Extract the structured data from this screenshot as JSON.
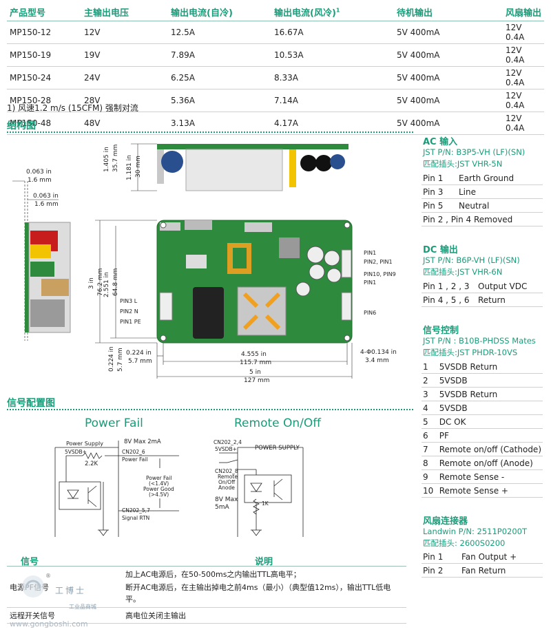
{
  "spec_table": {
    "headers": [
      "产品型号",
      "主输出电压",
      "输出电流(自冷)",
      "输出电流(风冷)",
      "待机输出",
      "风扇输出"
    ],
    "header_sup": "1",
    "rows": [
      [
        "MP150-12",
        "12V",
        "12.5A",
        "16.67A",
        "5V  400mA",
        "12V  0.4A"
      ],
      [
        "MP150-19",
        "19V",
        "7.89A",
        "10.53A",
        "5V  400mA",
        "12V  0.4A"
      ],
      [
        "MP150-24",
        "24V",
        "6.25A",
        "8.33A",
        "5V  400mA",
        "12V  0.4A"
      ],
      [
        "MP150-28",
        "28V",
        "5.36A",
        "7.14A",
        "5V  400mA",
        "12V  0.4A"
      ],
      [
        "MP150-48",
        "48V",
        "3.13A",
        "4.17A",
        "5V  400mA",
        "12V  0.4A"
      ]
    ]
  },
  "note": "1) 风速1.2 m/s (15CFM) 强制对流",
  "structure": {
    "title": "结构图",
    "dims": {
      "d1_in": "0.063 in",
      "d1_mm": "1.6 mm",
      "d2_in": "0.063 in",
      "d2_mm": "1.6 mm",
      "h1": "1.405 in",
      "h2": "35.7 mm",
      "h3": "1.181 in",
      "h4": "30 mm",
      "v1": "3 in",
      "v2": "76.2 mm",
      "v3": "2.551 in",
      "v4": "64.8 mm",
      "l1_in": "0.224 in",
      "l1_mm": "5.7 mm",
      "w1_in": "4.555 in",
      "w1_mm": "115.7 mm",
      "w2_in": "5 in",
      "w2_mm": "127 mm",
      "b1_in": "0.224 in",
      "b1_mm": "5.7 mm",
      "hole_in": "4-Φ0.134 in",
      "hole_mm": "3.4 mm"
    },
    "pins": {
      "pin3l": "PIN3 L",
      "pin2n": "PIN2 N",
      "pin1pe": "PIN1 PE",
      "r1": "PIN1",
      "r2": "PIN2, PIN1",
      "r3": "PIN10, PIN9",
      "r4": "PIN1",
      "r5": "PIN6"
    }
  },
  "ac_input": {
    "title": "AC 输入",
    "jst": "JST P/N: B3P5-VH  (LF)(SN)",
    "mate": "匹配插头:JST VHR-5N",
    "rows": [
      [
        "Pin 1",
        "Earth Ground"
      ],
      [
        "Pin 3",
        "Line"
      ],
      [
        "Pin 5",
        "Neutral"
      ],
      [
        "Pin 2 , Pin 4 Removed",
        ""
      ]
    ]
  },
  "dc_output": {
    "title": "DC 输出",
    "jst": "JST P/N: B6P-VH (LF)(SN)",
    "mate": "匹配插头:JST VHR-6N",
    "rows": [
      [
        "Pin 1 , 2 , 3",
        "Output VDC"
      ],
      [
        "Pin 4 , 5 , 6",
        "Return"
      ]
    ]
  },
  "signal_control": {
    "title": "信号控制",
    "jst": "JST P/N : B10B-PHDSS  Mates",
    "mate": "匹配插头:JST PHDR-10VS",
    "rows": [
      [
        "1",
        "5VSDB Return"
      ],
      [
        "2",
        "5VSDB"
      ],
      [
        "3",
        "5VSDB Return"
      ],
      [
        "4",
        "5VSDB"
      ],
      [
        "5",
        "DC OK"
      ],
      [
        "6",
        "PF"
      ],
      [
        "7",
        "Remote on/off (Cathode)"
      ],
      [
        "8",
        "Remote on/off (Anode)"
      ],
      [
        "9",
        "Remote Sense -"
      ],
      [
        "10",
        "Remote Sense +"
      ]
    ]
  },
  "fan_connector": {
    "title": "风扇连接器",
    "landwin": "Landwin P/N: 2511P0200T",
    "mate": "匹配插头:   2600S0200",
    "rows": [
      [
        "Pin 1",
        "Fan Output +"
      ],
      [
        "Pin 2",
        "Fan Return"
      ]
    ]
  },
  "signal_config": {
    "title": "信号配置图",
    "pf": {
      "title": "Power Fail",
      "power_supply": "Power Supply",
      "vmax": "8V Max 2mA",
      "vsdb": "5VSDB+",
      "res": "2.2K",
      "cn6": "CN202_6",
      "pf_lbl": "Power Fail",
      "cn57": "CN202_5,7",
      "rtn": "Signal RTN",
      "desc1": "Power Fail",
      "desc2": "(<1.4V)",
      "desc3": "Power Good",
      "desc4": "(>4.5V)"
    },
    "ro": {
      "title": "Remote On/Off",
      "cn24": "CN202_2,4",
      "vsdb": "5VSDB+",
      "ps": "POWER SUPPLY",
      "cn8": "CN202_8",
      "remote": "Remote",
      "onoff": "On/Off",
      "anode": "Anode",
      "vmax1": "8V Max",
      "vmax2": "5mA",
      "res": "1K"
    }
  },
  "signal_table": {
    "col1": "信号",
    "col2": "说明",
    "r1_name": "电源PF信号",
    "r1_l1": "加上AC电源后，在50-500ms之内输出TTL高电平；",
    "r1_l2": "断开AC电源后，在主输出掉电之前4ms（最小）（典型值12ms），输出TTL低电",
    "r1_l3": "平。",
    "r2_name": "远程开关信号",
    "r2_desc": "高电位关闭主输出"
  },
  "watermark": {
    "brand": "工博士",
    "sub": "工业品商城",
    "url": "www.gongboshi.com",
    "reg": "®"
  },
  "colors": {
    "accent": "#1a9c7a",
    "pcb": "#2e8b3e",
    "pcb_dark": "#1f6b2c"
  }
}
